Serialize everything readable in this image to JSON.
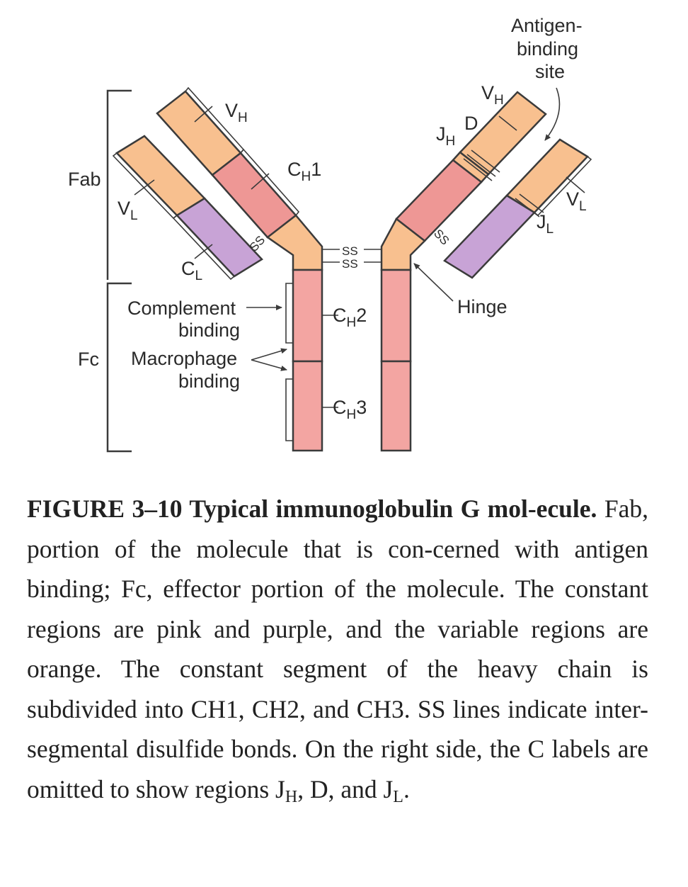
{
  "diagram": {
    "labels": {
      "fab": "Fab",
      "fc": "Fc",
      "vh_left": "V",
      "vh_left_sub": "H",
      "vl_left": "V",
      "vl_left_sub": "L",
      "ch1": "C",
      "ch1_sub": "H",
      "ch1_num": "1",
      "cl": "C",
      "cl_sub": "L",
      "ss_left": "SS",
      "ss_hinge_top": "SS",
      "ss_hinge_bottom": "SS",
      "ss_right": "SS",
      "complement": "Complement",
      "complement_2": "binding",
      "macrophage": "Macrophage",
      "macrophage_2": "binding",
      "ch2": "C",
      "ch2_sub": "H",
      "ch2_num": "2",
      "ch3": "C",
      "ch3_sub": "H",
      "ch3_num": "3",
      "hinge": "Hinge",
      "antigen_1": "Antigen-",
      "antigen_2": "binding",
      "antigen_3": "site",
      "vh_right": "V",
      "vh_right_sub": "H",
      "jh": "J",
      "jh_sub": "H",
      "d": "D",
      "vl_right": "V",
      "vl_right_sub": "L",
      "jl": "J",
      "jl_sub": "L"
    },
    "colors": {
      "variable": "#f8c08f",
      "constant_heavy": "#f3a5a2",
      "constant_light": "#c8a3d6",
      "outline": "#3b3b3b"
    }
  },
  "caption": {
    "title": "FIGURE 3–10 Typical immunoglobulin G mol-ecule.",
    "body": " Fab, portion of the molecule that is con-cerned with antigen binding; Fc, effector portion of the molecule. The constant regions are pink and purple, and the variable regions are orange. The constant segment of the heavy chain is subdivided into CH1, CH2, and CH3. SS lines indicate inter-segmental disulfide bonds. On the right side, the C labels are omitted to show regions J",
    "jh_sub": "H",
    "mid": ", D, and J",
    "jl_sub": "L",
    "end": "."
  }
}
